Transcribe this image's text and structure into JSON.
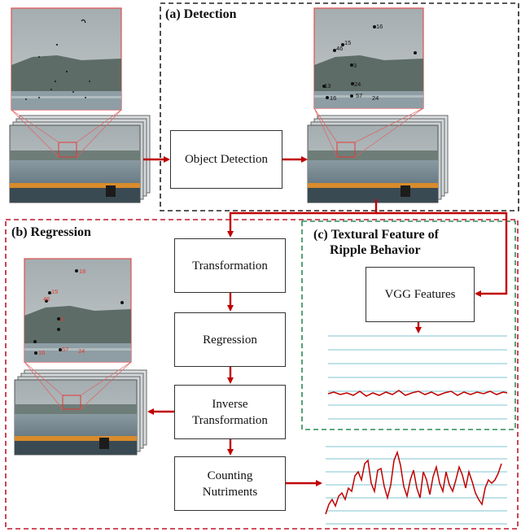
{
  "sections": {
    "detection": "(a) Detection",
    "regression": "(b) Regression",
    "textural_line1": "(c) Textural Feature of",
    "textural_line2": "Ripple Behavior"
  },
  "boxes": {
    "object_detection": "Object Detection",
    "transformation": "Transformation",
    "regression": "Regression",
    "inverse_line1": "Inverse",
    "inverse_line2": "Transformation",
    "counting_line1": "Counting",
    "counting_line2": "Nutriments",
    "vgg": "VGG Features"
  },
  "detection_labels": [
    "16",
    "15",
    "46",
    "3",
    "13",
    "24",
    "57",
    "16",
    "24"
  ],
  "regression_labels": [
    "18",
    "15",
    "46",
    "3",
    "16",
    "57",
    "24"
  ],
  "colors": {
    "arrow": "#c00000",
    "detection_border": "#222222",
    "regression_border": "#c0172c",
    "texture_border": "#2e8b57",
    "sky": "#a9b2b5",
    "mountain": "#5c6b66",
    "water": "#7f9098"
  },
  "icons": {
    "arrow": "right-arrow-icon",
    "bird": "fish-marker-icon"
  }
}
